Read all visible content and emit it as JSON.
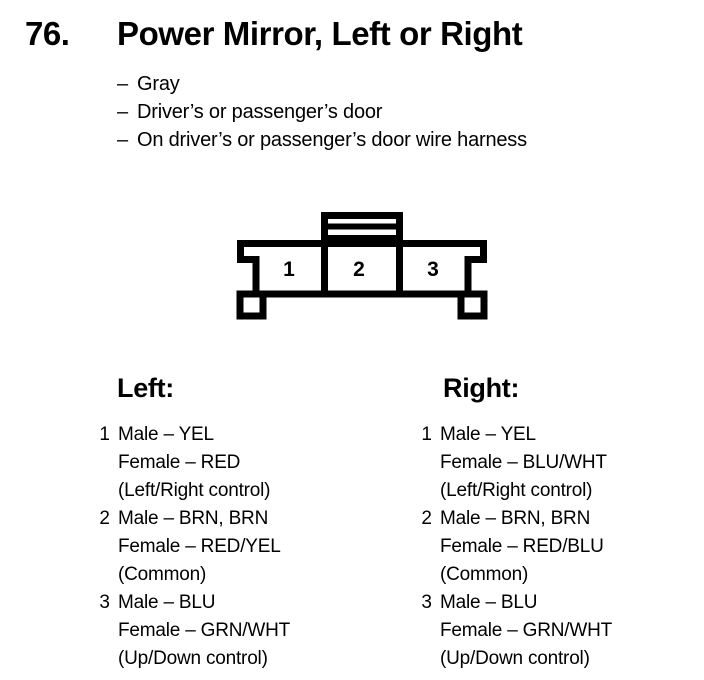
{
  "header": {
    "entry_number": "76.",
    "title": "Power Mirror, Left or Right"
  },
  "bullets": [
    {
      "dash": "–",
      "text": "Gray"
    },
    {
      "dash": "–",
      "text": "Driver’s or passenger’s door"
    },
    {
      "dash": "–",
      "text": "On driver’s or passenger’s door wire harness"
    }
  ],
  "diagram": {
    "name": "3-pin-connector",
    "pins": [
      {
        "number": "1"
      },
      {
        "number": "2"
      },
      {
        "number": "3"
      }
    ]
  },
  "columns": [
    {
      "heading": "Left:",
      "entries": [
        {
          "index": "1",
          "lines": [
            "Male – YEL",
            "Female – RED",
            "(Left/Right control)"
          ]
        },
        {
          "index": "2",
          "lines": [
            "Male – BRN, BRN",
            "Female – RED/YEL",
            "(Common)"
          ]
        },
        {
          "index": "3",
          "lines": [
            "Male – BLU",
            "Female – GRN/WHT",
            "(Up/Down control)"
          ]
        }
      ]
    },
    {
      "heading": "Right:",
      "entries": [
        {
          "index": "1",
          "lines": [
            "Male – YEL",
            "Female – BLU/WHT",
            "(Left/Right control)"
          ]
        },
        {
          "index": "2",
          "lines": [
            "Male – BRN, BRN",
            "Female – RED/BLU",
            "(Common)"
          ]
        },
        {
          "index": "3",
          "lines": [
            "Male – BLU",
            "Female – GRN/WHT",
            "(Up/Down control)"
          ]
        }
      ]
    }
  ],
  "colors": {
    "ink": "#000000",
    "page": "#ffffff"
  }
}
